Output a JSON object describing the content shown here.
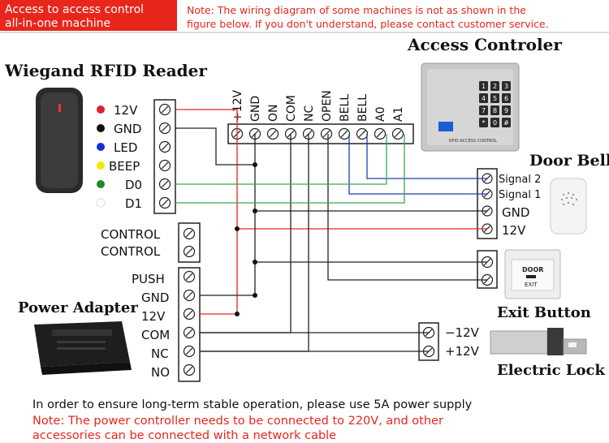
{
  "header": {
    "title_line1": "Access to access control",
    "title_line2": "all-in-one machine",
    "note_line1": "Note: The wiring diagram of some machines is not as shown in the",
    "note_line2": "figure below. If you don't understand, please contact customer service."
  },
  "reader": {
    "title": "Wiegand RFID Reader",
    "pins": [
      "12V",
      "GND",
      "LED",
      "BEEP",
      "D0",
      "D1"
    ]
  },
  "controller": {
    "title": "Access Controler",
    "terminals": [
      "+12V",
      "GND",
      "ON",
      "COM",
      "NC",
      "OPEN",
      "BELL",
      "BELL",
      "A0",
      "A1"
    ],
    "keypad": [
      "1",
      "2",
      "3",
      "4",
      "5",
      "6",
      "7",
      "8",
      "9",
      "*",
      "0",
      "#"
    ],
    "label": "RFID ACCESS CONTROL"
  },
  "control_block": {
    "pins": [
      "CONTROL",
      "CONTROL"
    ]
  },
  "power_block": {
    "pins": [
      "PUSH",
      "GND",
      "12V",
      "COM",
      "NC",
      "NO"
    ]
  },
  "door_bell": {
    "title": "Door Bell",
    "pins": [
      "Signal 2",
      "Signal 1",
      "GND",
      "12V"
    ]
  },
  "exit_button": {
    "title": "Exit Button",
    "face_text": "DOOR",
    "face_sub": "EXIT"
  },
  "power_adapter": {
    "title": "Power Adapter"
  },
  "electric_lock": {
    "title": "Electric Lock",
    "pins": [
      "−12V",
      "+12V"
    ]
  },
  "footer": {
    "line1": "In order to ensure long-term stable operation, please use 5A power supply",
    "note_line1": "Note: The power controller needs to be connected to 220V, and other",
    "note_line2": "accessories can be connected with a network cable"
  },
  "colors": {
    "header_bg": "#e8261b",
    "note": "#e8261b",
    "wire_red": "#e8261b",
    "wire_blue": "#1e3fb0",
    "wire_green": "#3aa856",
    "wire_black": "#222222",
    "dot_red": "#e0202a",
    "dot_blue": "#1030d8",
    "dot_yellow": "#f5e60a",
    "dot_green": "#1d8a2a"
  },
  "icons": [
    "reader-device-icon",
    "keypad-controller-icon",
    "doorbell-icon",
    "exit-button-icon",
    "power-adapter-icon",
    "electric-lock-icon",
    "screw-terminal-icon"
  ]
}
